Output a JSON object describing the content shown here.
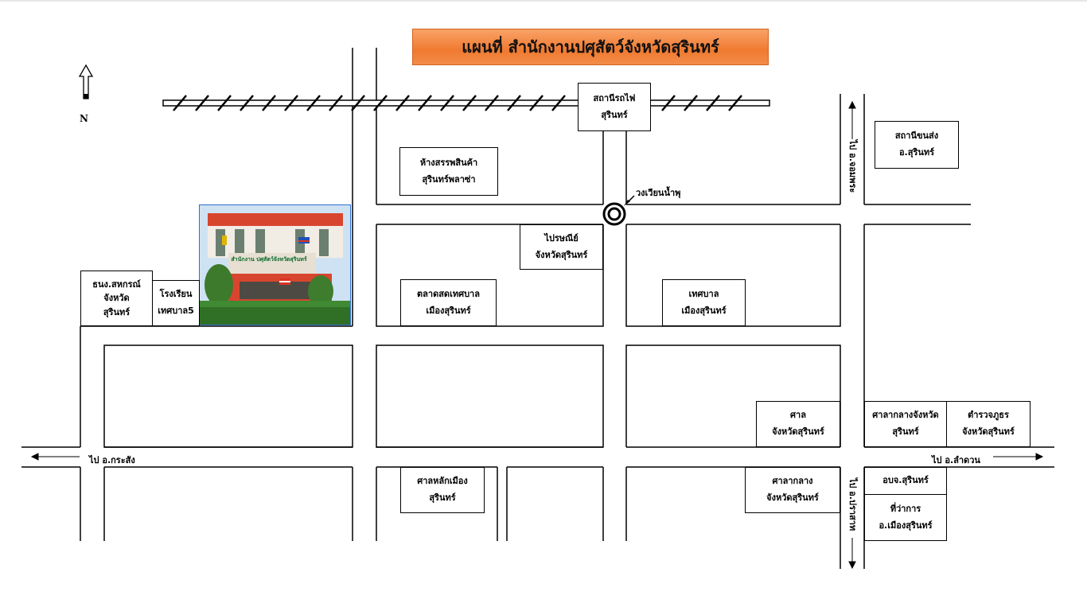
{
  "title": "แผนที่ สำนักงานปศุสัตว์จังหวัดสุรินทร์",
  "compass": {
    "label": "N",
    "icon": "north-arrow-icon"
  },
  "photo": {
    "sign_text": "สำนักงาน ปศุสัตว์จังหวัดสุรินทร์",
    "icon": "office-building-photo"
  },
  "labels": {
    "train_station": [
      "สถานีรถไฟ",
      "สุรินทร์"
    ],
    "department_store": [
      "ห้างสรรพสินค้า",
      "สุรินทร์พลาซ่า"
    ],
    "bus_terminal": [
      "สถานีขนส่ง",
      "อ.สุรินทร์"
    ],
    "post_office": [
      "ไปรษณีย์",
      "จังหวัดสุรินทร์"
    ],
    "cooperative": [
      "ธนง.สหกรณ์",
      "จังหวัด",
      "สุรินทร์"
    ],
    "school": [
      "โรงเรียน",
      "เทศบาล5"
    ],
    "municipal_market": [
      "ตลาดสดเทศบาล",
      "เมืองสุรินทร์"
    ],
    "municipality": [
      "เทศบาล",
      "เมืองสุรินทร์"
    ],
    "provincial_court": [
      "ศาล",
      "จังหวัดสุรินทร์"
    ],
    "provincial_hall": [
      "ศาลากลางจังหวัด",
      "สุรินทร์"
    ],
    "police": [
      "ตำรวจภูธร",
      "จังหวัดสุรินทร์"
    ],
    "city_pillar": [
      "ศาลหลักเมือง",
      "สุรินทร์"
    ],
    "old_hall": [
      "ศาลากลาง",
      "จังหวัดสุรินทร์"
    ],
    "district_admin": [
      "อบจ.สุรินทร์"
    ],
    "district_office": [
      "ที่ว่าการ",
      "อ.เมืองสุรินทร์"
    ]
  },
  "notes": {
    "fountain": "วงเวียนน้ำพุ",
    "to_krasang": "ไป อ.กระสัง",
    "to_lamduan": "ไป อ.ลำดวน",
    "to_chom_phra": "ไป อ.จอมพระ",
    "to_prasat": "ไป อ.ปราสาท"
  },
  "colors": {
    "title_bg": "#f07a30",
    "photo_border": "#2f6fcf",
    "ink": "#000000"
  }
}
